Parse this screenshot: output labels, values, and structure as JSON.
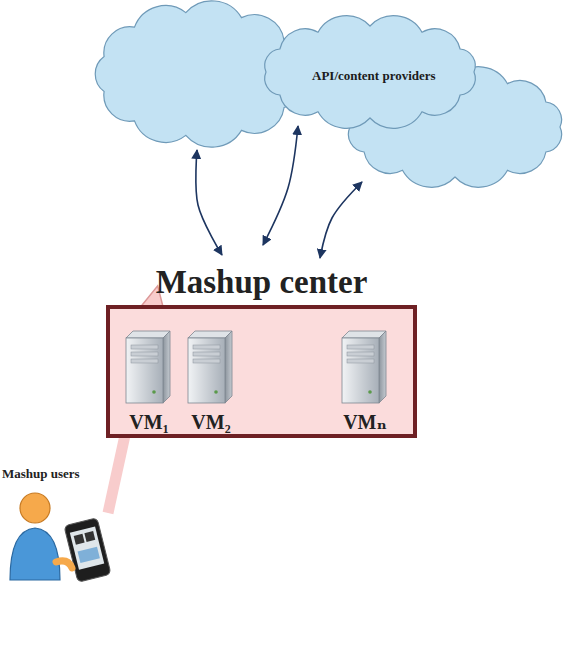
{
  "diagram": {
    "nodes": [
      {
        "text": [
          "API/content providers"
        ]
      },
      {
        "text": [
          "Mashup center"
        ]
      },
      {
        "text": [
          "VM₁"
        ],
        "in": 1
      },
      {
        "text": [
          "VM₂"
        ],
        "in": 1
      },
      {
        "text": [
          "VMₙ"
        ],
        "in": 1
      },
      {
        "text": [
          "Mashup users"
        ]
      }
    ],
    "edges": [
      {
        "from": 0,
        "to": 1,
        "arrow": "both"
      },
      {
        "from": 0,
        "to": 1,
        "arrow": "both"
      },
      {
        "from": 0,
        "to": 1,
        "arrow": "both"
      },
      {
        "from": 5,
        "to": 1,
        "arrow": "to"
      }
    ]
  }
}
